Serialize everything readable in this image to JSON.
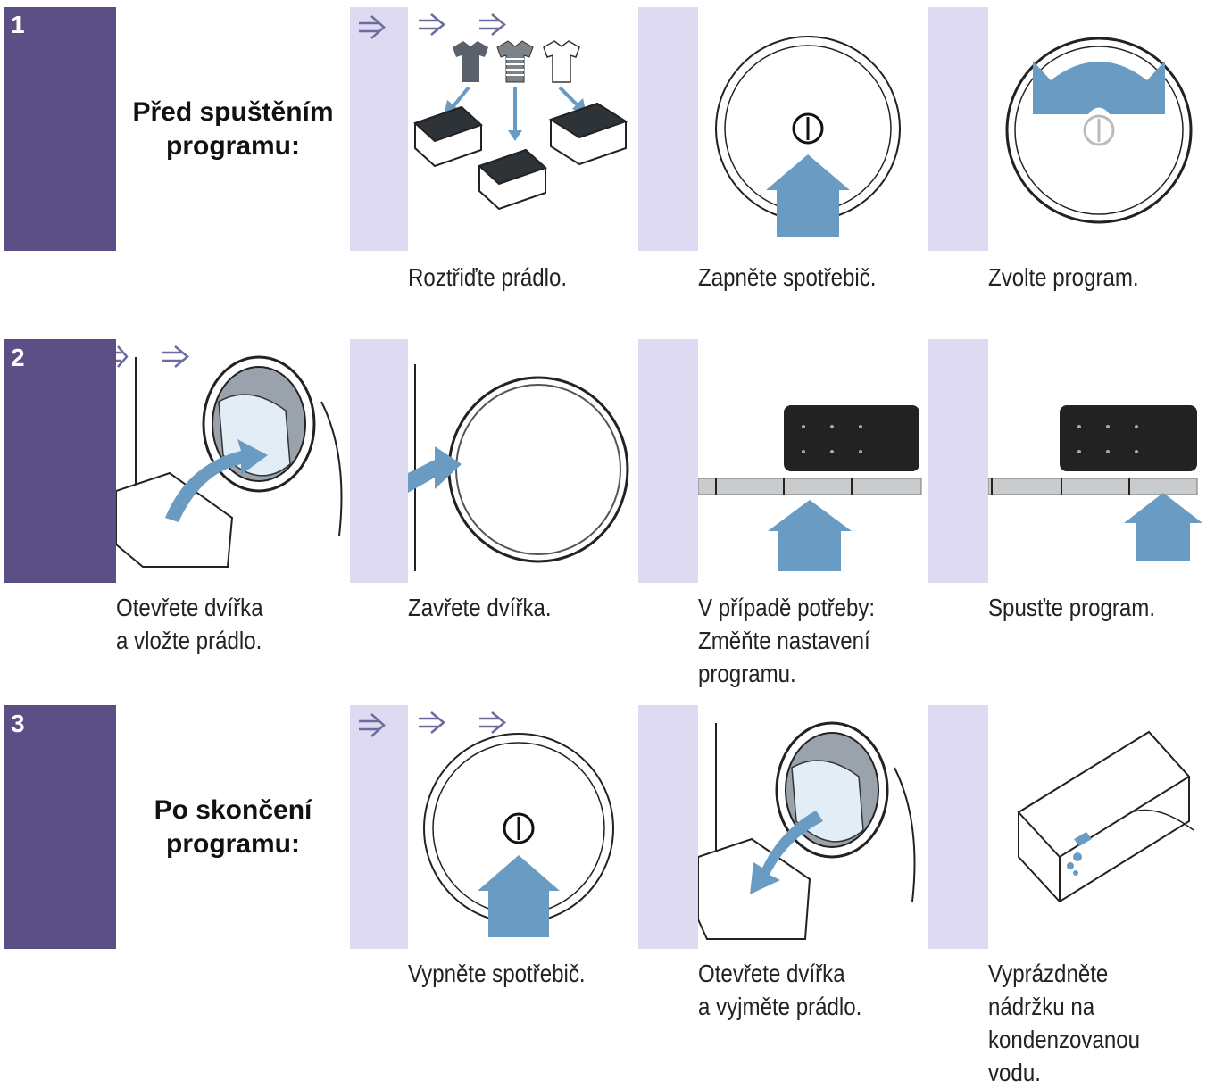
{
  "rows": [
    {
      "number": "1",
      "title": "Před spuštěním\nprogramu:",
      "captions": [
        "Roztřiďte prádlo.",
        "Zapněte spotřebič.",
        "Zvolte program."
      ]
    },
    {
      "number": "2",
      "captions": [
        "Otevřete dvířka\na vložte prádlo.",
        "Zavřete dvířka.",
        "V případě potřeby:\nZměňte nastavení\nprogramu.",
        "Spusťte program."
      ]
    },
    {
      "number": "3",
      "title": "Po skončení\nprogramu:",
      "captions": [
        "Vypněte spotřebič.",
        "Otevřete dvířka\na vyjměte prádlo.",
        "Vyprázdněte\nnádržku na\nkondenzovanou\nvodu."
      ]
    }
  ],
  "colors": {
    "band": "#dedaf1",
    "number_column": "#5b4f86",
    "arrow_fill": "#6a9cc3",
    "step_arrow": "#6b6ba0"
  },
  "icons": [
    "step-arrow-icon",
    "sort-laundry-icon",
    "power-button-icon",
    "program-dial-icon",
    "open-door-load-icon",
    "close-door-icon",
    "settings-panel-icon",
    "start-button-icon",
    "unload-laundry-icon",
    "empty-water-tank-icon"
  ]
}
